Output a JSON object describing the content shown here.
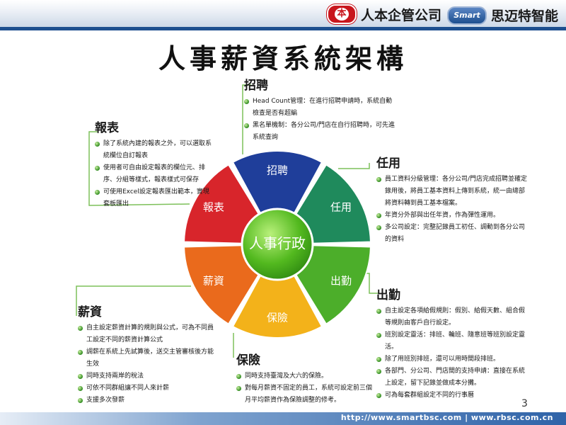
{
  "header": {
    "logo1_mark": "本",
    "logo1_name": "人本企管公司",
    "logo2_mark": "Smart",
    "logo2_name": "思迈特智能"
  },
  "title": "人事薪資系統架構",
  "wheel": {
    "center": "人事行政",
    "segments": [
      {
        "label": "招聘",
        "color": "#1f3e9a"
      },
      {
        "label": "任用",
        "color": "#1f8a5c"
      },
      {
        "label": "出勤",
        "color": "#4cae2a"
      },
      {
        "label": "保險",
        "color": "#f3b21a"
      },
      {
        "label": "薪資",
        "color": "#ea6a1c"
      },
      {
        "label": "報表",
        "color": "#d8252b"
      }
    ]
  },
  "blocks": {
    "recruit": {
      "heading": "招聘",
      "items": [
        "Head Count管理：在進行招聘申請時，系統自動檢查是否有超編",
        "黑名單機制：各分公司/門店在自行招聘時，可先進系統查詢"
      ]
    },
    "report": {
      "heading": "報表",
      "items": [
        "除了系統內建的報表之外，可以選取系統欄位自訂報表",
        "使用者可自由設定報表的欄位元、排序、分組等樣式，報表樣式可保存",
        "可使用Excel設定報表匯出範本，實現套板匯出"
      ]
    },
    "employ": {
      "heading": "任用",
      "items": [
        "員工資料分級管理：各分公司/門店完成招聘並確定錄用後，將員工基本資料上傳到系統，統一由總部將資料轉到員工基本檔案。",
        "年資分外部與出任年資，作為彈性運用。",
        "多公司設定：完整記錄員工初任、調動到各分公司的資料"
      ]
    },
    "attendance": {
      "heading": "出勤",
      "items": [
        "自主設定各項給假規則：假別、給假天數、組合假等規則由客戶自行設定。",
        "班別設定靈活：排班、輪班、隨意班等班別設定靈活。",
        "除了用班別排班，還可以用時間段排班。",
        "各部門、分公司、門店間的支持申請：直接在系統上設定，留下記錄並做成本分攤。",
        "可為每套群組設定不同的行事曆"
      ]
    },
    "salary": {
      "heading": "薪資",
      "items": [
        "自主設定薪資計算的規則與公式，可為不同員工設定不同的薪資計算公式",
        "調薪在系統上先試算後，送交主管審核後方能生效",
        "同時支持兩岸的稅法",
        "可依不同群組讓不同人來計薪",
        "支援多次發薪"
      ]
    },
    "insurance": {
      "heading": "保險",
      "items": [
        "同時支持臺灣及大六的保險。",
        "對每月薪資不固定的員工，系統可設定前三個月平均薪資作為保險調整的修考。"
      ]
    }
  },
  "page_number": "3",
  "footer_url": "http://www.smartbsc.com   |   www.rbsc.com.cn"
}
